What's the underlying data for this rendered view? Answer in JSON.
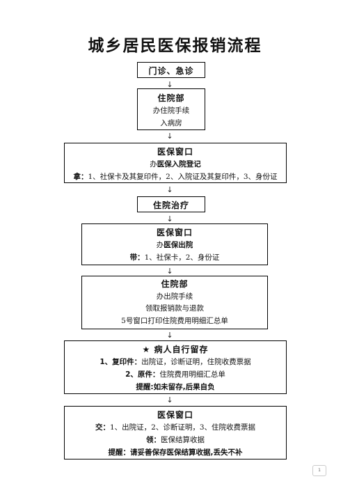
{
  "title": "城乡居民医保报销流程",
  "arrow": "↓",
  "steps": {
    "outpatient": {
      "heading": "门诊、急诊"
    },
    "inpatient_dept_1": {
      "heading": "住院部",
      "lines": [
        "办住院手续",
        "入病房"
      ]
    },
    "window_1": {
      "heading": "医保窗口",
      "line1_prefix": "办",
      "line1_bold": "医保入院登记",
      "line2_label": "拿：",
      "line2_text": "1、社保卡及其复印件，2、入院证及其复印件，3、身份证"
    },
    "treatment": {
      "heading": "住院治疗"
    },
    "window_2": {
      "heading": "医保窗口",
      "line1_prefix": "办",
      "line1_bold": "医保出院",
      "line2_label": "带：",
      "line2_text": "1、社保卡，2、身份证"
    },
    "inpatient_dept_2": {
      "heading": "住院部",
      "lines": [
        "办出院手续",
        "领取报销款与退款",
        "5号窗口打印住院费用明细汇总单"
      ]
    },
    "retain": {
      "heading": "★  病人自行留存",
      "line1_label": "1、复印件：",
      "line1_text": "出院证，诊断证明，住院收费票据",
      "line2_label": "2、原件：",
      "line2_text": "住院费用明细汇总单",
      "reminder": "提醒:如未留存,后果自负"
    },
    "window_3": {
      "heading": "医保窗口",
      "line1_label": "交：",
      "line1_text": "1、出院证，2、诊断证明，3、住院收费票据",
      "line2_label": "领：",
      "line2_text": "医保结算收据",
      "reminder": "提醒：请妥善保存医保结算收据,丢失不补"
    }
  },
  "page_number": "1"
}
